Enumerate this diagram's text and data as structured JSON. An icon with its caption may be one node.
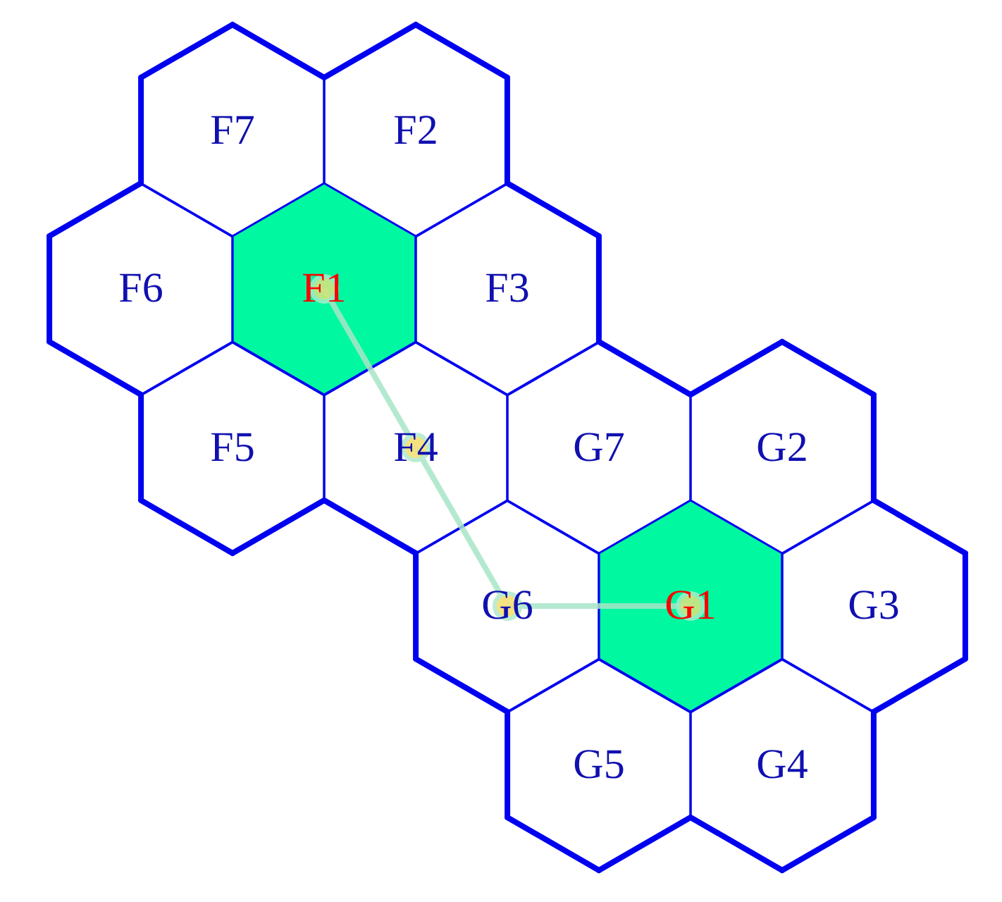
{
  "diagram": {
    "nodes": [
      {
        "text": [
          "F7"
        ]
      },
      {
        "text": [
          "F2"
        ]
      },
      {
        "text": [
          "F6"
        ]
      },
      {
        "text": [
          "F1"
        ]
      },
      {
        "text": [
          "F3"
        ]
      },
      {
        "text": [
          "F5"
        ]
      },
      {
        "text": [
          "F4"
        ]
      },
      {
        "text": [
          "G7"
        ]
      },
      {
        "text": [
          "G2"
        ]
      },
      {
        "text": [
          "G6"
        ]
      },
      {
        "text": [
          "G1"
        ]
      },
      {
        "text": [
          "G3"
        ]
      },
      {
        "text": [
          "G5"
        ]
      },
      {
        "text": [
          "G4"
        ]
      }
    ],
    "edges": [
      {
        "from": 3,
        "to": 6,
        "arrow": "other"
      },
      {
        "from": 6,
        "to": 9,
        "arrow": "other"
      },
      {
        "from": 9,
        "to": 10,
        "arrow": "other"
      }
    ]
  }
}
